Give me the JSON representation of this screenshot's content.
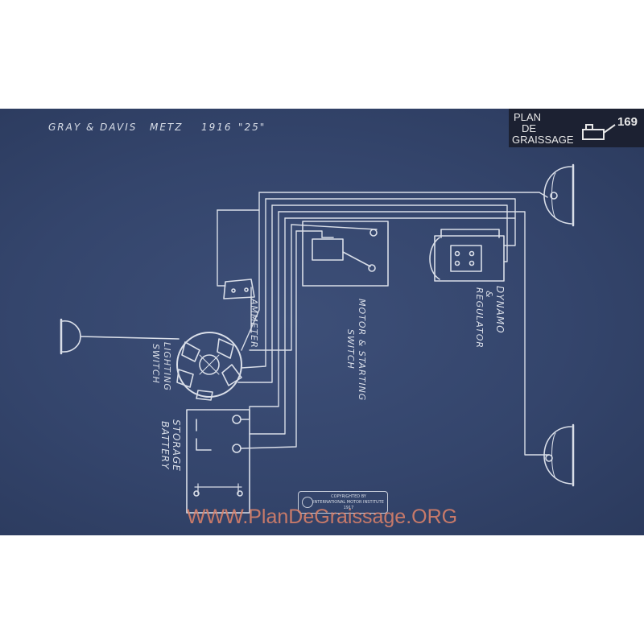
{
  "header": {
    "make": "GRAY & DAVIS",
    "model": "METZ",
    "year": "1916",
    "variant": "\"25\""
  },
  "logo": {
    "line1": "PLAN",
    "line2": "DE",
    "line3": "GRAISSAGE",
    "page_number": "169"
  },
  "labels": {
    "ammeter": "AMMETER",
    "lighting_switch_1": "LIGHTING",
    "lighting_switch_2": "SWITCH",
    "storage_battery_1": "STORAGE",
    "storage_battery_2": "BATTERY",
    "motor_switch_1": "MOTOR & STARTING",
    "motor_switch_2": "SWITCH",
    "dynamo_1": "DYNAMO",
    "dynamo_2": "&",
    "dynamo_3": "REGULATOR"
  },
  "copyright": {
    "line1": "COPYRIGHTED BY",
    "line2": "INTERNATIONAL MOTOR INSTITUTE",
    "line3": "1917"
  },
  "watermark": "WWW.PlanDeGraissage.ORG",
  "colors": {
    "blueprint": "#34456c",
    "line": "#d9dee8",
    "watermark": "#d8806a"
  }
}
